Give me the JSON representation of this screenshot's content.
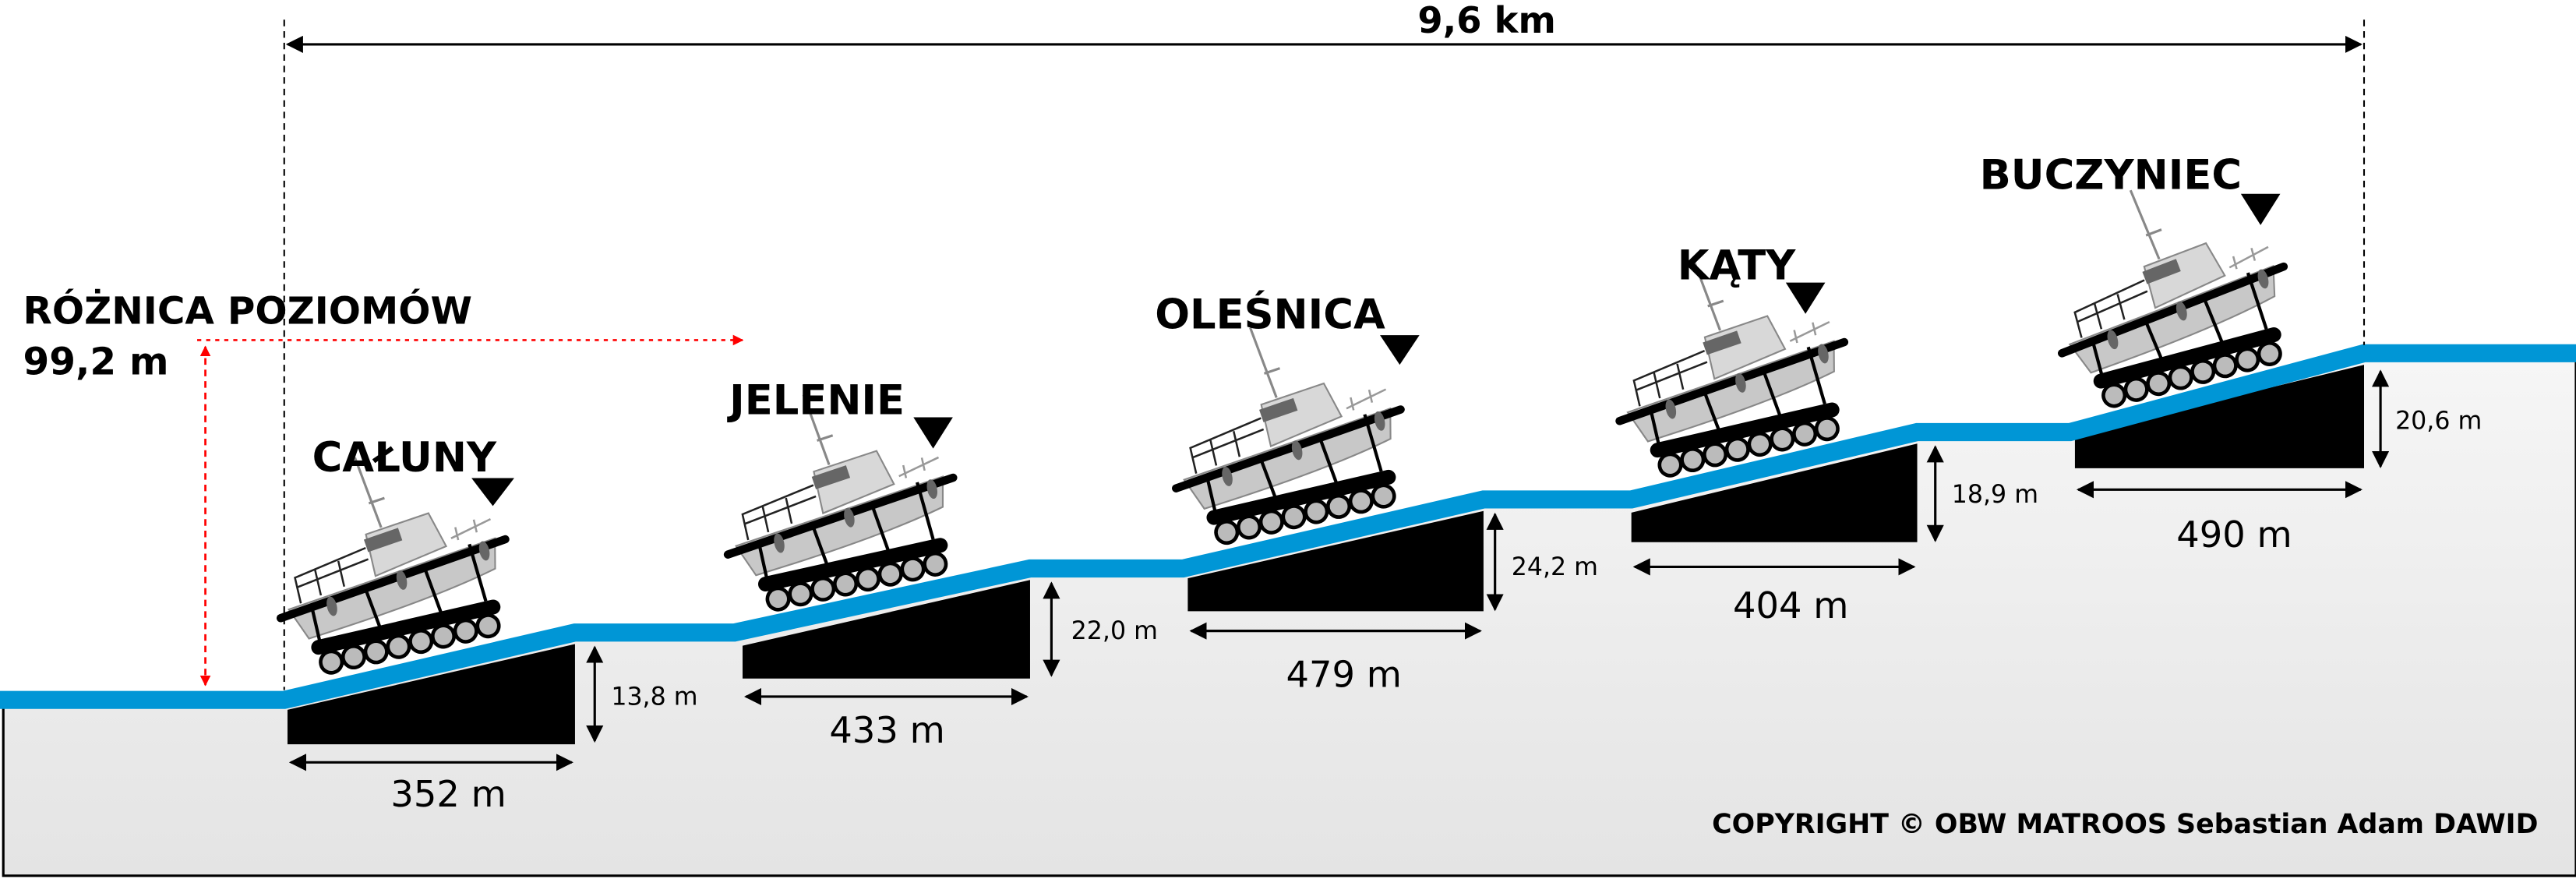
{
  "total_distance": "9,6 km",
  "level_difference": {
    "label": "RÓŻNICA POZIOMÓW",
    "value": "99,2 m"
  },
  "stations": [
    {
      "name": "CAŁUNY",
      "length": "352 m",
      "height": "13,8 m"
    },
    {
      "name": "JELENIE",
      "length": "433 m",
      "height": "22,0 m"
    },
    {
      "name": "OLEŚNICA",
      "length": "479 m",
      "height": "24,2 m"
    },
    {
      "name": "KĄTY",
      "length": "404 m",
      "height": "18,9 m"
    },
    {
      "name": "BUCZYNIEC",
      "length": "490 m",
      "height": "20,6 m"
    }
  ],
  "copyright": "COPYRIGHT © OBW MATROOS Sebastian Adam DAWID",
  "colors": {
    "water": "#0096d6",
    "ground": "#e8e8e8",
    "ramp": "#000000",
    "marker": "#ff0000"
  }
}
